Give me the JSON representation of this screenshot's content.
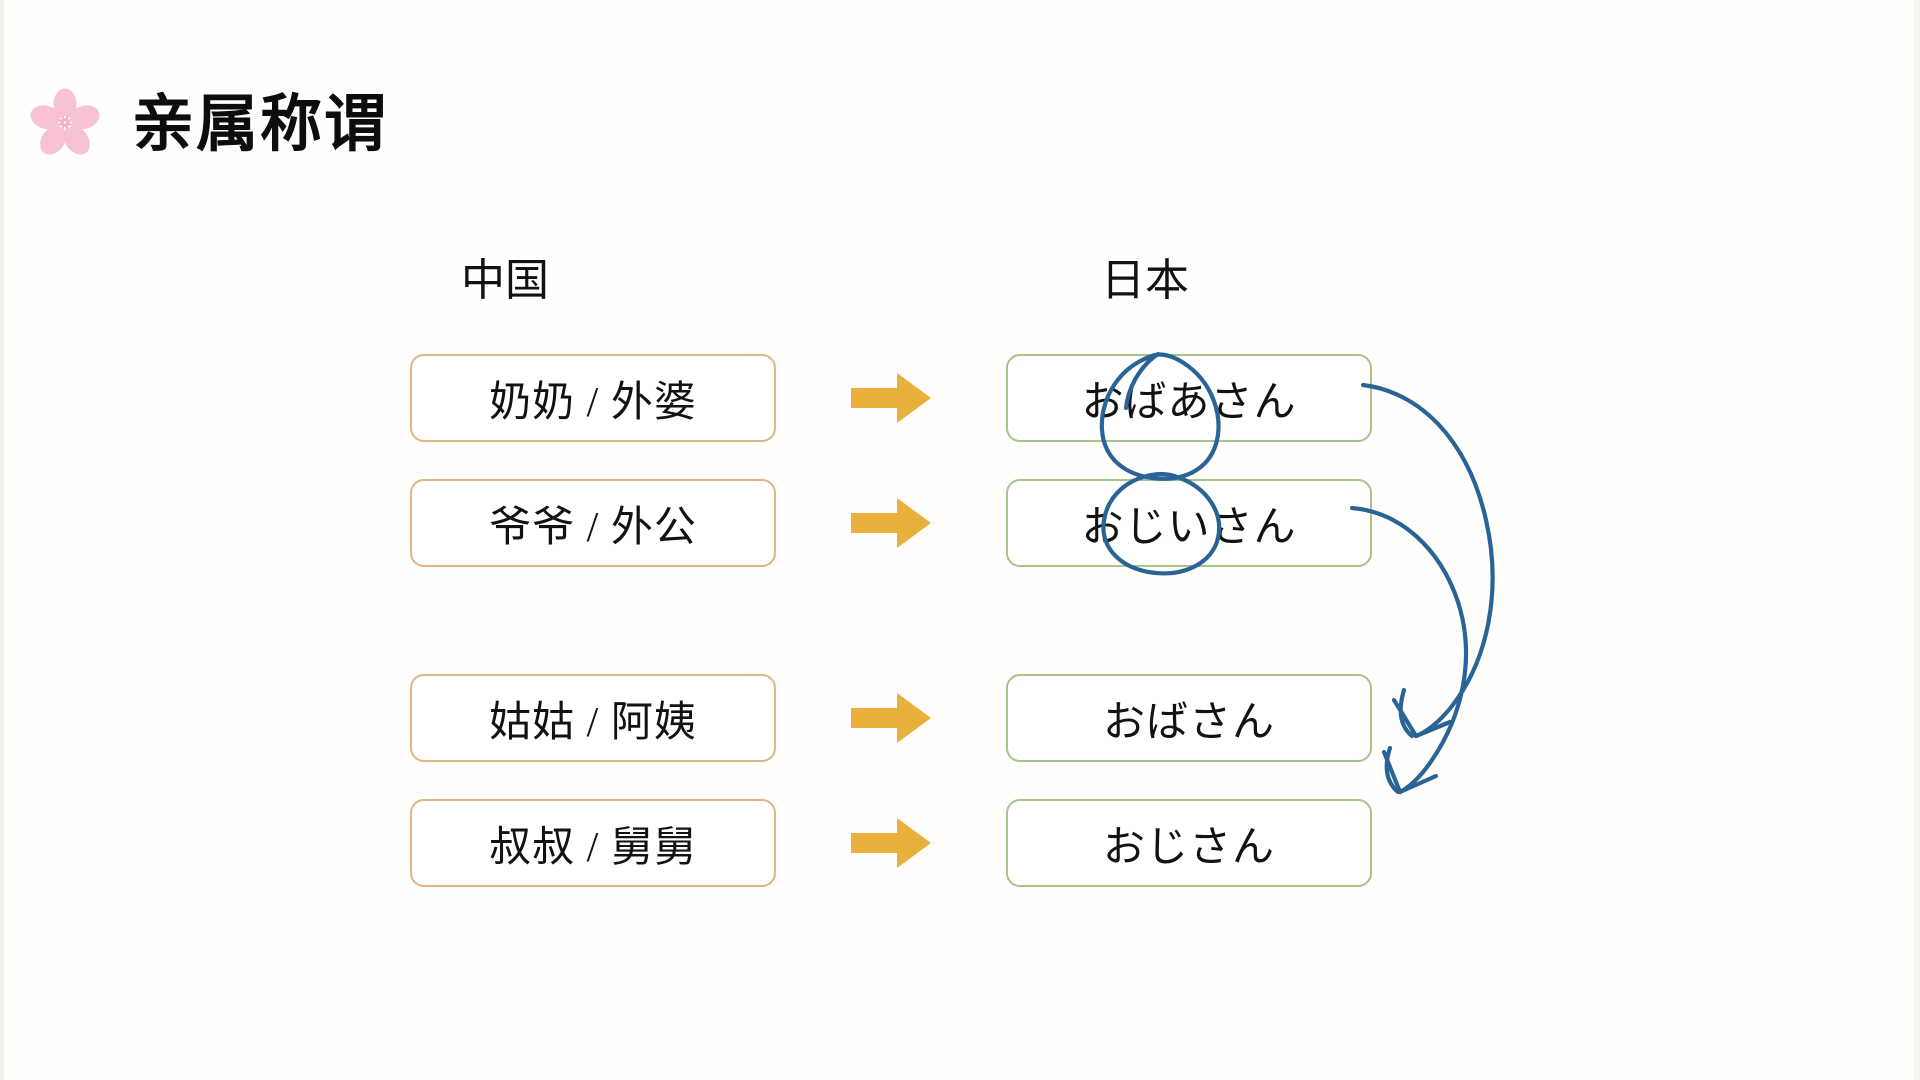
{
  "slide": {
    "background_color": "#fffefc",
    "title": "亲属称谓",
    "title_icon": "sakura-flower-icon",
    "accent_colors": {
      "sakura_pink": "#f6c2d4",
      "china_box_border": "#dfb682",
      "japan_box_border": "#a6c48a",
      "arrow_gold": "#e9b13c",
      "ink_blue": "#2a6496"
    }
  },
  "columns": {
    "china_header": "中国",
    "japan_header": "日本"
  },
  "rows": [
    {
      "china": "奶奶  /  外婆",
      "arrow": "right-arrow-icon",
      "japan": "おばあさん",
      "ink_circle": true,
      "ink_circle_target": "ばあ"
    },
    {
      "china": "爷爷  /  外公",
      "arrow": "right-arrow-icon",
      "japan": "おじいさん",
      "ink_circle": true,
      "ink_circle_target": "じい"
    },
    {
      "china": "姑姑  /  阿姨",
      "arrow": "right-arrow-icon",
      "japan": "おばさん",
      "ink_circle": false,
      "ink_circle_target": ""
    },
    {
      "china": "叔叔  /  舅舅",
      "arrow": "right-arrow-icon",
      "japan": "おじさん",
      "ink_circle": false,
      "ink_circle_target": ""
    }
  ],
  "annotations": [
    {
      "name": "ink-arrow-obaasan-to-obasan",
      "from": "おばあさん",
      "to": "おばさん",
      "color": "#2a6496"
    },
    {
      "name": "ink-arrow-ojiisan-to-ojisan",
      "from": "おじいさん",
      "to": "おじさん",
      "color": "#2a6496"
    }
  ]
}
